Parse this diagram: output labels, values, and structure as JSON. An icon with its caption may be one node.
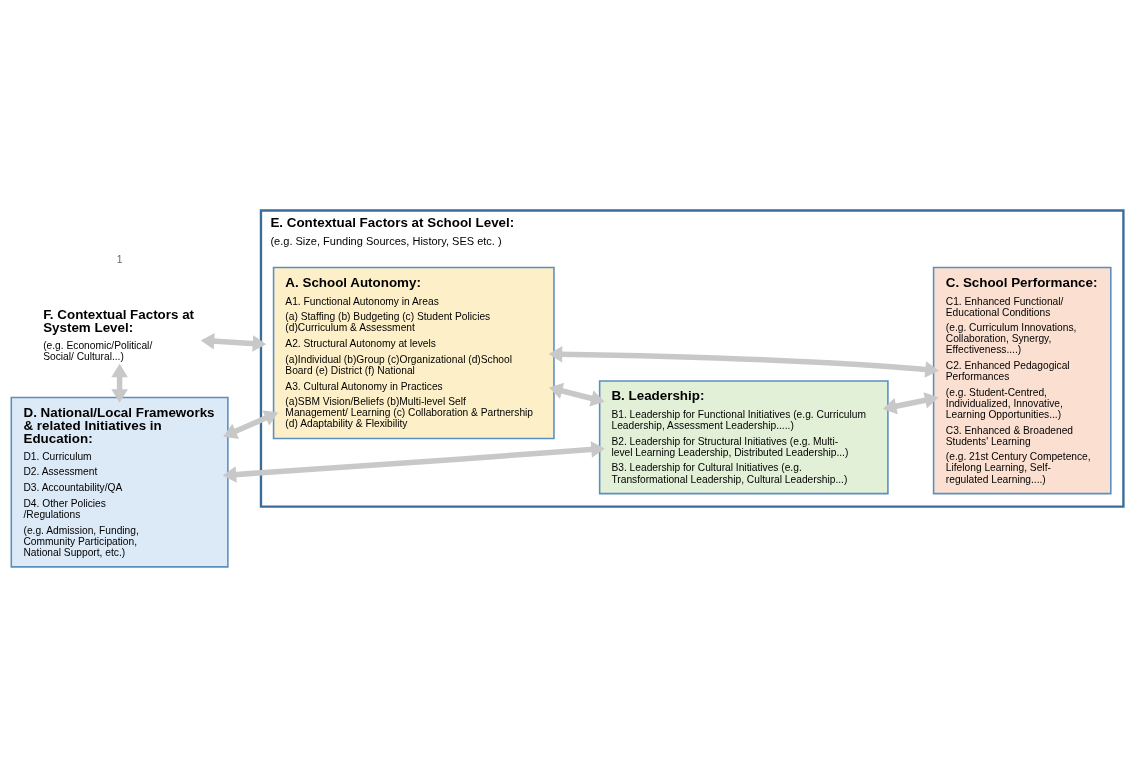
{
  "diagram": {
    "nodes": [
      {
        "text": [
          "F. Contextual Factors at System Level:",
          "(e.g. Economic/Political/ Social/ Cultural...)"
        ]
      },
      {
        "text": [
          "E. Contextual Factors at School Level:",
          "(e.g. Size, Funding Sources, History, SES etc. )"
        ]
      },
      {
        "text": [
          "A. School Autonomy:",
          "A1. Functional Autonomy in Areas",
          "(a) Staffing (b) Budgeting (c) Student Policies (d)Curriculum & Assessment",
          "A2. Structural Autonomy at levels",
          "(a)Individual (b)Group (c)Organizational (d)School Board (e) District (f) National",
          "A3. Cultural Autonomy in Practices",
          "(a)SBM Vision/Beliefs (b)Multi-level Self Management/ Learning (c) Collaboration & Partnership (d) Adaptability & Flexibility"
        ],
        "in": 1
      },
      {
        "text": [
          "C. School Performance:",
          "C1. Enhanced Functional/ Educational Conditions",
          "(e.g. Curriculum Innovations, Collaboration, Synergy, Effectiveness....)",
          "C2. Enhanced Pedagogical Performances",
          "(e.g. Student-Centred, Individualized, Innovative, Learning Opportunities...)",
          "C3. Enhanced & Broadened Students' Learning",
          "(e.g. 21st Century Competence, Lifelong Learning, Self-regulated Learning....)"
        ],
        "in": 1
      },
      {
        "text": [
          "D. National/Local Frameworks & related Initiatives in Education:",
          "D1. Curriculum",
          "D2. Assessment",
          "D3. Accountability/QA",
          "D4. Other Policies /Regulations",
          "(e.g. Admission, Funding, Community Participation, National Support, etc.)"
        ]
      },
      {
        "text": [
          "B. Leadership:",
          "B1. Leadership for Functional Initiatives (e.g. Curriculum Leadership, Assessment Leadership.....)",
          "B2. Leadership for Structural Initiatives (e.g. Multi-level Learning Leadership, Distributed Leadership...)",
          "B3. Leadership for Cultural Initiatives (e.g. Transformational Leadership, Cultural Leadership...)"
        ],
        "in": 1
      }
    ],
    "edges": [
      {
        "from": 0,
        "to": 1,
        "arrow": "both"
      },
      {
        "from": 0,
        "to": 4,
        "arrow": "both"
      },
      {
        "from": 4,
        "to": 2,
        "arrow": "both"
      },
      {
        "from": 2,
        "to": 3,
        "arrow": "both"
      },
      {
        "from": 2,
        "to": 5,
        "arrow": "both"
      },
      {
        "from": 4,
        "to": 5,
        "arrow": "both"
      },
      {
        "from": 5,
        "to": 3,
        "arrow": "both"
      }
    ],
    "labels": [
      "1"
    ]
  }
}
